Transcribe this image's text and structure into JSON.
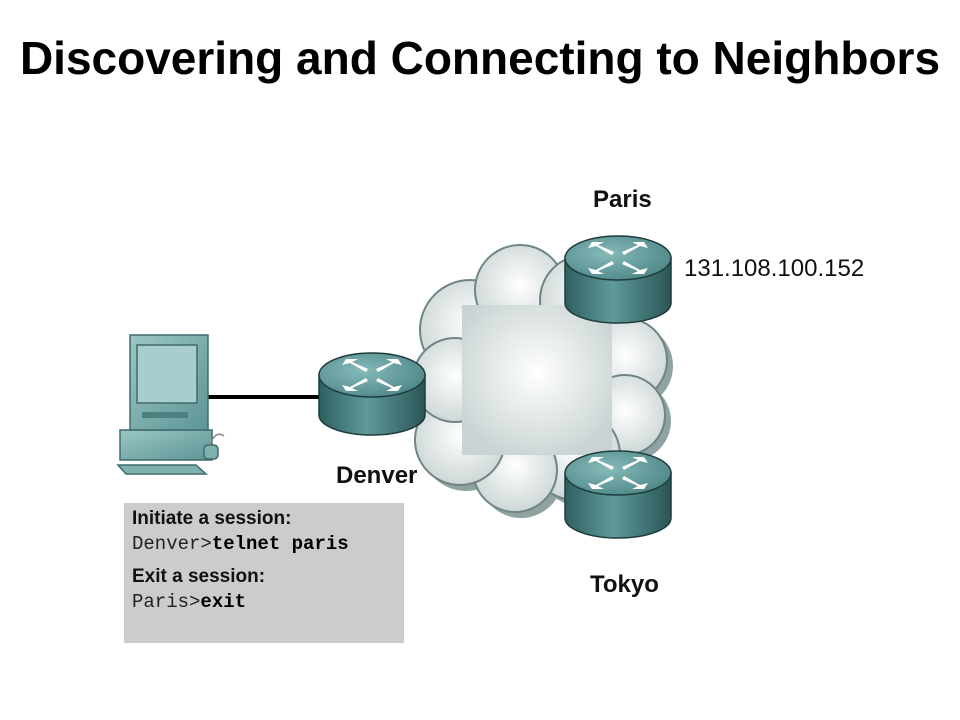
{
  "title": "Discovering and Connecting to Neighbors",
  "routers": {
    "denver": {
      "label": "Denver"
    },
    "paris": {
      "label": "Paris",
      "ip": "131.108.100.152"
    },
    "tokyo": {
      "label": "Tokyo"
    }
  },
  "commands": {
    "initiate_heading": "Initiate a session:",
    "initiate_prompt": "Denver>",
    "initiate_command": "telnet paris",
    "exit_heading": "Exit a session:",
    "exit_prompt": "Paris>",
    "exit_command": "exit"
  },
  "colors": {
    "router_teal": "#4f8c8c",
    "cloud_fill": "#dfe6e6",
    "computer_teal": "#6fa9a9",
    "command_box_bg": "#cccccc"
  }
}
